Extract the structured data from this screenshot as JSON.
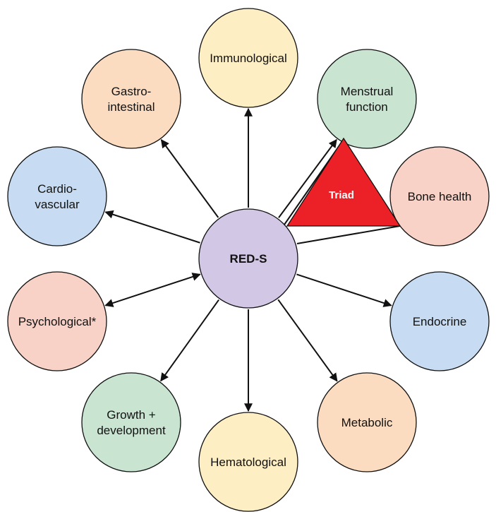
{
  "diagram": {
    "hub": {
      "label": "RED-S",
      "color": "#d3c7e6"
    },
    "triad": {
      "label": "Triad",
      "color": "#ec2027"
    },
    "nodes": [
      {
        "id": "immunological",
        "lines": [
          "Immunological"
        ],
        "color": "#fdeec4",
        "arrow": "out"
      },
      {
        "id": "menstrual-function",
        "lines": [
          "Menstrual",
          "function"
        ],
        "color": "#c9e5d2",
        "arrow": "out"
      },
      {
        "id": "bone-health",
        "lines": [
          "Bone health"
        ],
        "color": "#f8d2c7",
        "arrow": "none"
      },
      {
        "id": "endocrine",
        "lines": [
          "Endocrine"
        ],
        "color": "#c7dcf2",
        "arrow": "out"
      },
      {
        "id": "metabolic",
        "lines": [
          "Metabolic"
        ],
        "color": "#fcdcc0",
        "arrow": "out"
      },
      {
        "id": "hematological",
        "lines": [
          "Hematological"
        ],
        "color": "#fdeec4",
        "arrow": "out"
      },
      {
        "id": "growth-development",
        "lines": [
          "Growth +",
          "development"
        ],
        "color": "#c9e5d2",
        "arrow": "out"
      },
      {
        "id": "psychological",
        "lines": [
          "Psychological*"
        ],
        "color": "#f8d2c7",
        "arrow": "both"
      },
      {
        "id": "cardiovascular",
        "lines": [
          "Cardio-",
          "vascular"
        ],
        "color": "#c7dcf2",
        "arrow": "out"
      },
      {
        "id": "gastrointestinal",
        "lines": [
          "Gastro-",
          "intestinal"
        ],
        "color": "#fcdcc0",
        "arrow": "out"
      }
    ]
  }
}
